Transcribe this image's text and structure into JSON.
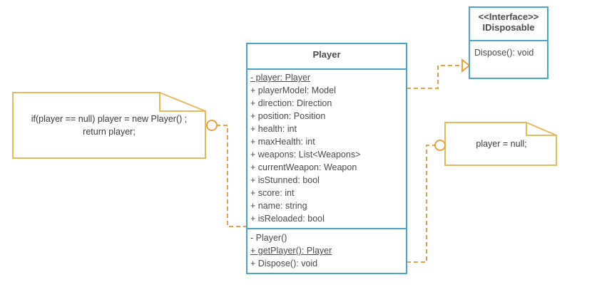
{
  "interface": {
    "stereotype": "<<Interface>>",
    "name": "IDisposable",
    "methods": [
      "Dispose(): void"
    ]
  },
  "player_class": {
    "name": "Player",
    "attributes": [
      "- player: Player",
      "+ playerModel: Model",
      "+ direction: Direction",
      "+ position: Position",
      "+ health: int",
      "+ maxHealth: int",
      "+ weapons: List<Weapons>",
      "+ currentWeapon: Weapon",
      "+ isStunned: bool",
      "+ score: int",
      "+ name: string",
      "+ isReloaded: bool"
    ],
    "methods": [
      "- Player()",
      "+ getPlayer(): Player",
      "+ Dispose(): void"
    ]
  },
  "notes": {
    "get_player_note": {
      "line1": "if(player == null) player = new Player() ;",
      "line2": "return player;"
    },
    "dispose_note": {
      "line1": "player = null;"
    }
  },
  "colors": {
    "class_border": "#4aa3c8",
    "note_border": "#e8b860",
    "connector": "#e8a040"
  }
}
